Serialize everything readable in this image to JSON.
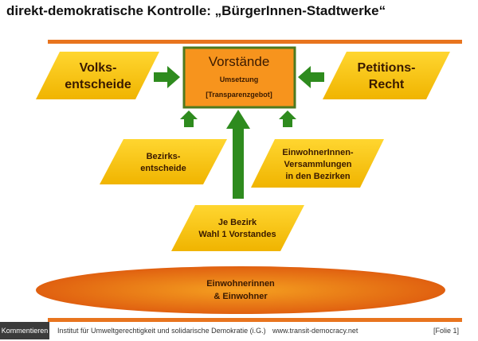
{
  "title": "direkt-demokratische Kontrolle: „BürgerInnen-Stadtwerke“",
  "nodes": {
    "vorstaende": {
      "title": "Vorstände",
      "line1": "Umsetzung",
      "line2": "[Transparenzgebot]"
    },
    "volksentscheide": {
      "line1": "Volks-",
      "line2": "entscheide"
    },
    "petitionsrecht": {
      "line1": "Petitions-",
      "line2": "Recht"
    },
    "bezirksentscheide": {
      "line1": "Bezirks-",
      "line2": "entscheide"
    },
    "versammlungen": {
      "line1": "EinwohnerInnen-",
      "line2": "Versammlungen",
      "line3": "in den Bezirken"
    },
    "je_bezirk": {
      "line1": "Je Bezirk",
      "line2": "Wahl 1 Vorstandes"
    },
    "einwohner": {
      "line1": "Einwohnerinnen",
      "line2": "& Einwohner"
    }
  },
  "footer": {
    "comment_button": "Kommentieren",
    "institute": "Institut für Umweltgerechtigkeit und solidarische Demokratie (i.G.)",
    "url": "www.transit-democracy.net",
    "slide": "[Folie 1]"
  },
  "colors": {
    "orange": "#e8741e",
    "yellow": "#f5c200",
    "green": "#2e8b1e",
    "box": "#f7941d"
  }
}
